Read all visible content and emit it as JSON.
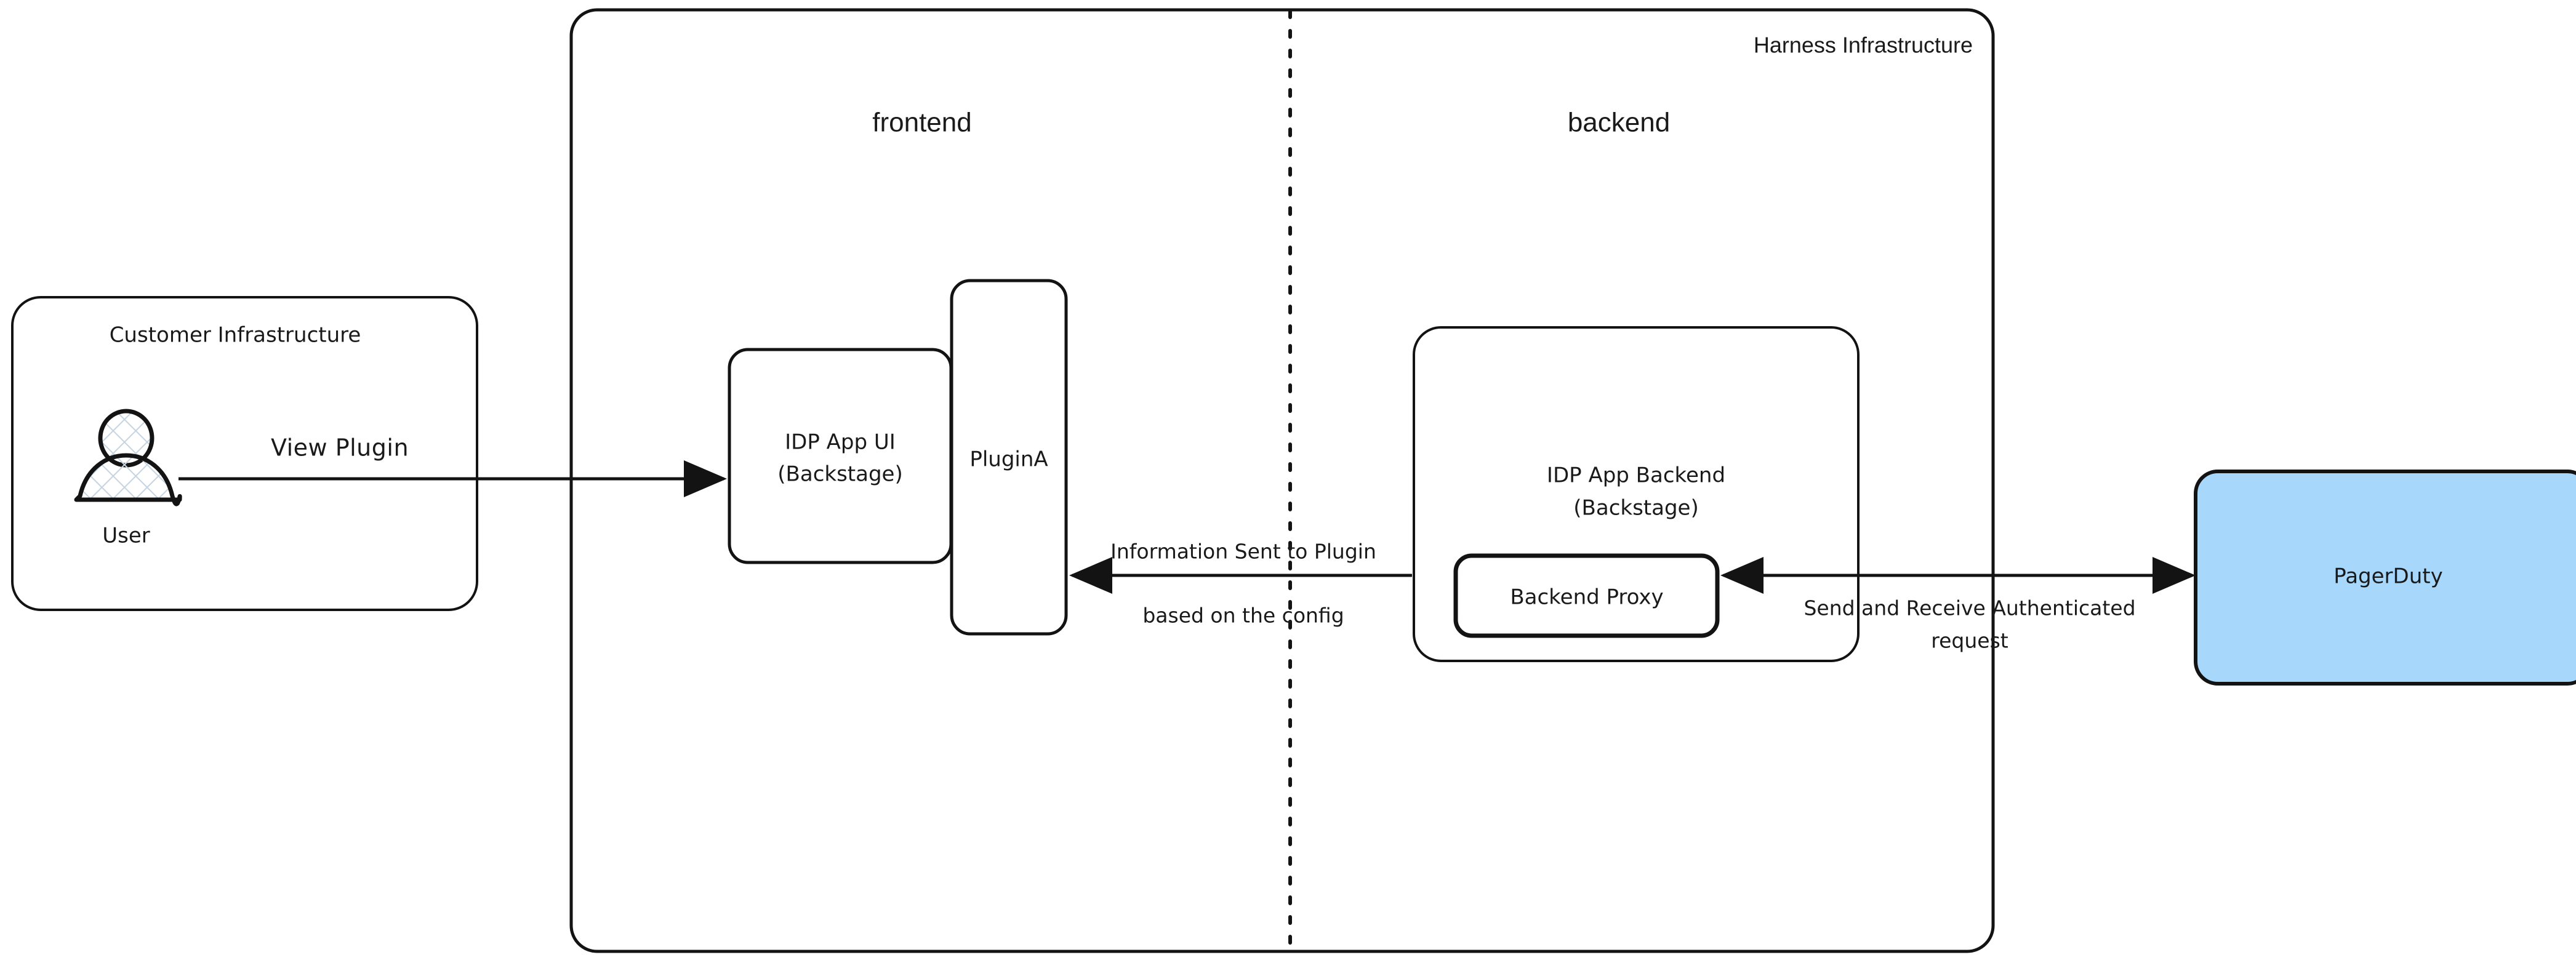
{
  "diagram": {
    "title_right": "Harness Infrastructure",
    "groups": {
      "customer": {
        "label": "Customer Infrastructure"
      },
      "harness": {
        "label": "Harness Infrastructure"
      },
      "frontend": {
        "label": "frontend"
      },
      "backend": {
        "label": "backend"
      }
    },
    "nodes": {
      "user": {
        "label": "User"
      },
      "idp_app_ui": {
        "line1": "IDP App UI",
        "line2": "(Backstage)"
      },
      "plugin_a": {
        "label": "PluginA"
      },
      "idp_app_backend": {
        "line1": "IDP App Backend",
        "line2": "(Backstage)"
      },
      "backend_proxy": {
        "label": "Backend Proxy"
      },
      "pagerduty": {
        "label": "PagerDuty"
      }
    },
    "edges": {
      "view_plugin": {
        "label": "View Plugin"
      },
      "info_to_plugin": {
        "line1": "Information Sent to Plugin",
        "line2": "based on the config"
      },
      "authenticated_request": {
        "line1": "Send and Receive Authenticated",
        "line2": "request"
      }
    },
    "colors": {
      "pagerduty_fill": "#a7d8fb",
      "stroke": "#131313",
      "background": "#ffffff",
      "hatch": "#c6d4e1"
    }
  }
}
